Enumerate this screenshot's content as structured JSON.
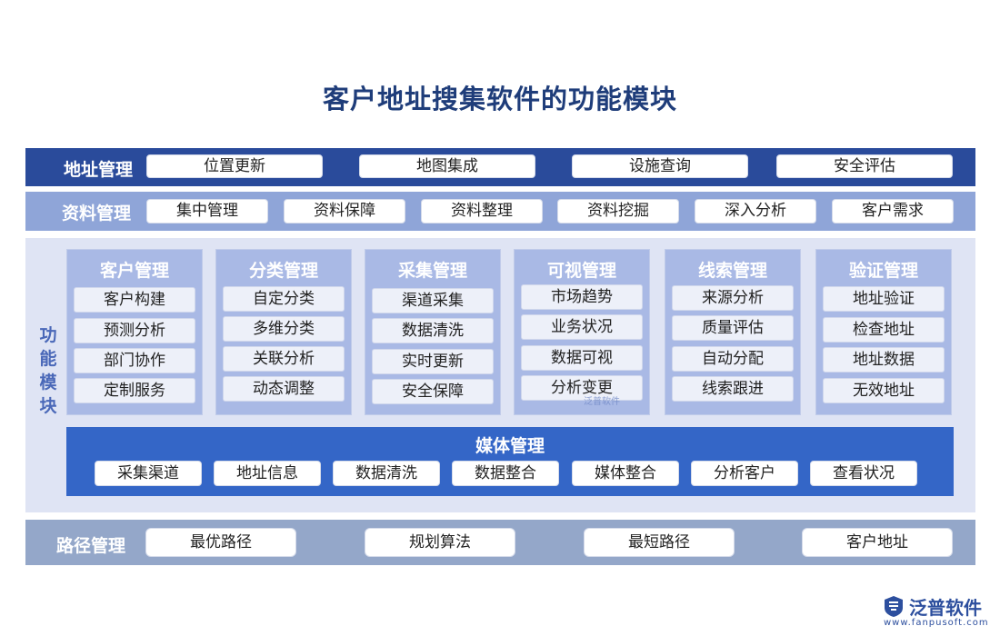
{
  "title": "客户地址搜集软件的功能模块",
  "address_row": {
    "label": "地址管理",
    "items": [
      "位置更新",
      "地图集成",
      "设施查询",
      "安全评估"
    ]
  },
  "data_row": {
    "label": "资料管理",
    "items": [
      "集中管理",
      "资料保障",
      "资料整理",
      "资料挖掘",
      "深入分析",
      "客户需求"
    ]
  },
  "function_area": {
    "label": "功能模块",
    "modules": [
      {
        "title": "客户管理",
        "items": [
          "客户构建",
          "预测分析",
          "部门协作",
          "定制服务"
        ]
      },
      {
        "title": "分类管理",
        "items": [
          "自定分类",
          "多维分类",
          "关联分析",
          "动态调整"
        ]
      },
      {
        "title": "采集管理",
        "items": [
          "渠道采集",
          "数据清洗",
          "实时更新",
          "安全保障"
        ]
      },
      {
        "title": "可视管理",
        "items": [
          "市场趋势",
          "业务状况",
          "数据可视",
          "分析变更"
        ]
      },
      {
        "title": "线索管理",
        "items": [
          "来源分析",
          "质量评估",
          "自动分配",
          "线索跟进"
        ]
      },
      {
        "title": "验证管理",
        "items": [
          "地址验证",
          "检查地址",
          "地址数据",
          "无效地址"
        ]
      }
    ],
    "media": {
      "title": "媒体管理",
      "items": [
        "采集渠道",
        "地址信息",
        "数据清洗",
        "数据整合",
        "媒体整合",
        "分析客户",
        "查看状况"
      ]
    }
  },
  "route_row": {
    "label": "路径管理",
    "items": [
      "最优路径",
      "规划算法",
      "最短路径",
      "客户地址"
    ]
  },
  "watermark": {
    "seal_text": "泛普软件"
  },
  "logo": {
    "name": "泛普软件",
    "url": "www.fanpusoft.com",
    "icon": "fanpu-logo-icon"
  },
  "colors": {
    "title": "#1f3d7a",
    "address_band": "#2a4b9b",
    "data_band": "#8fa5d8",
    "function_bg": "#dfe4f4",
    "module_box": "#a9b9e5",
    "media_band": "#3466c7",
    "route_band": "#94a7c9"
  }
}
